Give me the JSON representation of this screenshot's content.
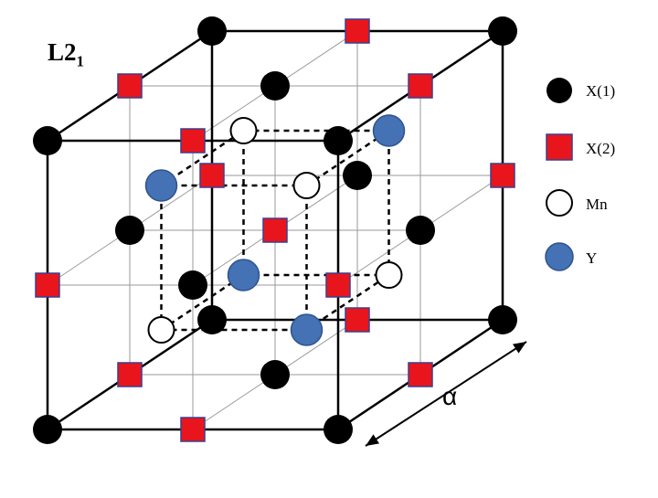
{
  "title": {
    "main": "L2",
    "sub": "1"
  },
  "legend": [
    {
      "key": "x1",
      "label": "X(1)"
    },
    {
      "key": "x2",
      "label": "X(2)"
    },
    {
      "key": "mn",
      "label": "Mn"
    },
    {
      "key": "y",
      "label": "Y"
    }
  ],
  "lattice_parameter_label": "α",
  "colors": {
    "x1_fill": "#000000",
    "x2_fill": "#e8161c",
    "x2_stroke": "#3b3f8f",
    "mn_fill": "#ffffff",
    "mn_stroke": "#000000",
    "y_fill": "#4472b4",
    "y_stroke": "#2f528f",
    "edge": "#000000",
    "grid": "#9a9a9a"
  },
  "atom_kinds": [
    "X(1)",
    "X(2)",
    "Mn",
    "Y"
  ]
}
